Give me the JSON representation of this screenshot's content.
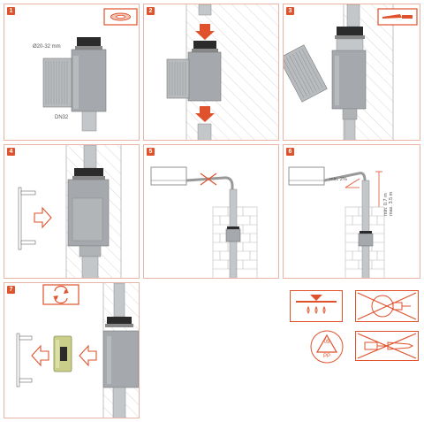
{
  "steps": [
    "1",
    "2",
    "3",
    "4",
    "5",
    "6",
    "7"
  ],
  "labels": {
    "diameter": "Ø20-32 mm",
    "dn": "DN32",
    "slope": "min. 2%",
    "height": "min. 0.7 m\nmax. 3.5 m"
  },
  "recycling": {
    "code": "05",
    "material": "PP"
  },
  "colors": {
    "accent": "#e0522c",
    "border": "#e8b4a6",
    "device": "#a5a9ad",
    "pipe": "#c4c7ca",
    "cap": "#2b2b2b",
    "filter": "#c9cf8a"
  }
}
